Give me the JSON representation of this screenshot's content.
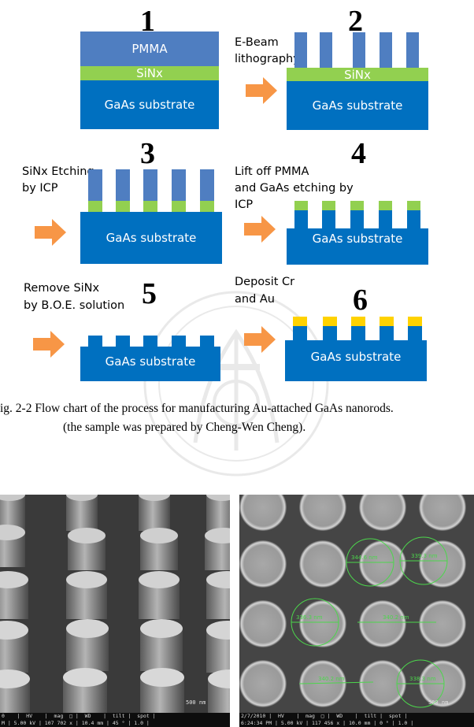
{
  "steps": [
    {
      "num": "1",
      "labels": [],
      "layers": {
        "pmma": "PMMA",
        "sinx": "SiNx",
        "substrate": "GaAs substrate"
      }
    },
    {
      "num": "2",
      "labels": [
        "E-Beam",
        "lithography"
      ],
      "layers": {
        "sinx": "SiNx",
        "substrate": "GaAs substrate"
      }
    },
    {
      "num": "3",
      "labels": [
        "SiNx Etching",
        "by ICP"
      ],
      "layers": {
        "substrate": "GaAs substrate"
      }
    },
    {
      "num": "4",
      "labels": [
        "Lift off PMMA",
        "and GaAs etching by",
        "ICP"
      ],
      "layers": {
        "substrate": "GaAs substrate"
      }
    },
    {
      "num": "5",
      "labels": [
        "Remove SiNx",
        "by B.O.E. solution"
      ],
      "layers": {
        "substrate": "GaAs substrate"
      }
    },
    {
      "num": "6",
      "labels": [
        "Deposit Cr",
        "and Au"
      ],
      "layers": {
        "substrate": "GaAs substrate"
      }
    }
  ],
  "caption": {
    "line1": "ig. 2-2   Flow chart of the process for manufacturing Au-attached GaAs nanorods.",
    "line2": "(the sample was prepared by Cheng-Wen Cheng)."
  },
  "sem": {
    "left": {
      "info_header": "0    |  HV    |  mag  □ |  WD    |  tilt |  spot |",
      "info_values": "M | 5.00 kV | 107 702 x | 10.4 mm | 45 ° | 1.0 |",
      "scale": "500 nm"
    },
    "right": {
      "info_header": "2/7/2010 |  HV    |  mag  □ |  WD    |  tilt |  spot |",
      "info_values": "6:24:34 PM | 5.00 kV | 117 456 x | 10.0 mm | 0 ° | 1.0 |",
      "scale": "500 nm",
      "measurements": [
        "344.6 nm",
        "339.3 nm",
        "336.3 nm",
        "340.2 nm",
        "340.2 nm",
        "338.3 nm"
      ]
    }
  },
  "colors": {
    "pmma": "#4f7ec1",
    "sinx": "#92d050",
    "substrate": "#0070c0",
    "arrow": "#f79646",
    "gold": "#ffd200"
  }
}
